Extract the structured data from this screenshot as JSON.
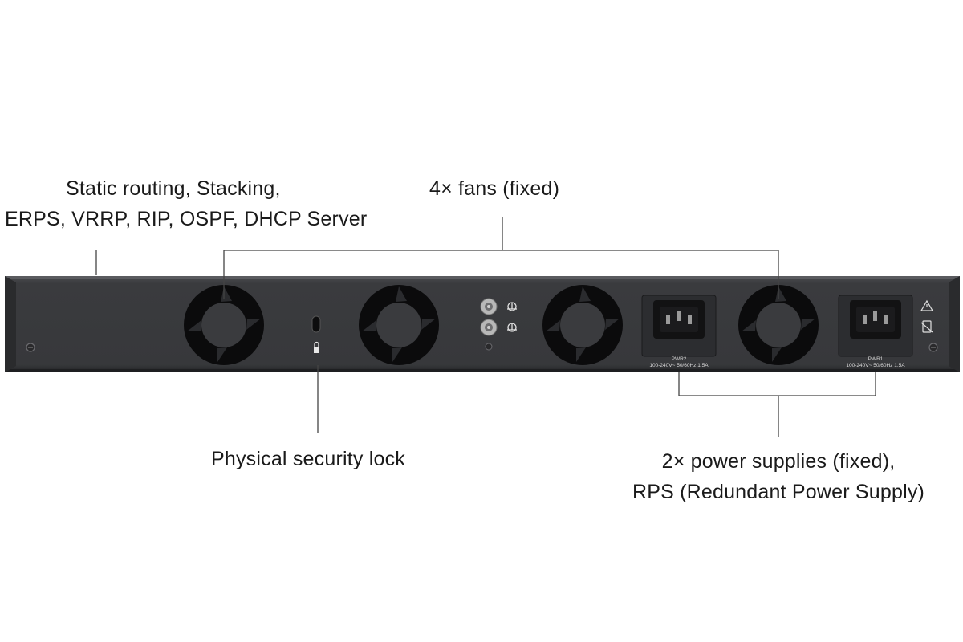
{
  "callouts": {
    "routing": {
      "line1": "Static routing, Stacking,",
      "line2": "ERPS, VRRP, RIP, OSPF, DHCP Server"
    },
    "fans": {
      "text": "4× fans (fixed)"
    },
    "security_lock": {
      "text": "Physical security lock"
    },
    "power": {
      "line1": "2× power supplies (fixed),",
      "line2": "RPS (Redundant Power Supply)"
    }
  },
  "device": {
    "color_body": "#3a3b3e",
    "color_edge": "#1f2022",
    "psu_left": {
      "name": "PWR2",
      "rating": "100-240V~ 50/60Hz 1.5A"
    },
    "psu_right": {
      "name": "PWR1",
      "rating": "100-240V~ 50/60Hz 1.5A"
    }
  }
}
